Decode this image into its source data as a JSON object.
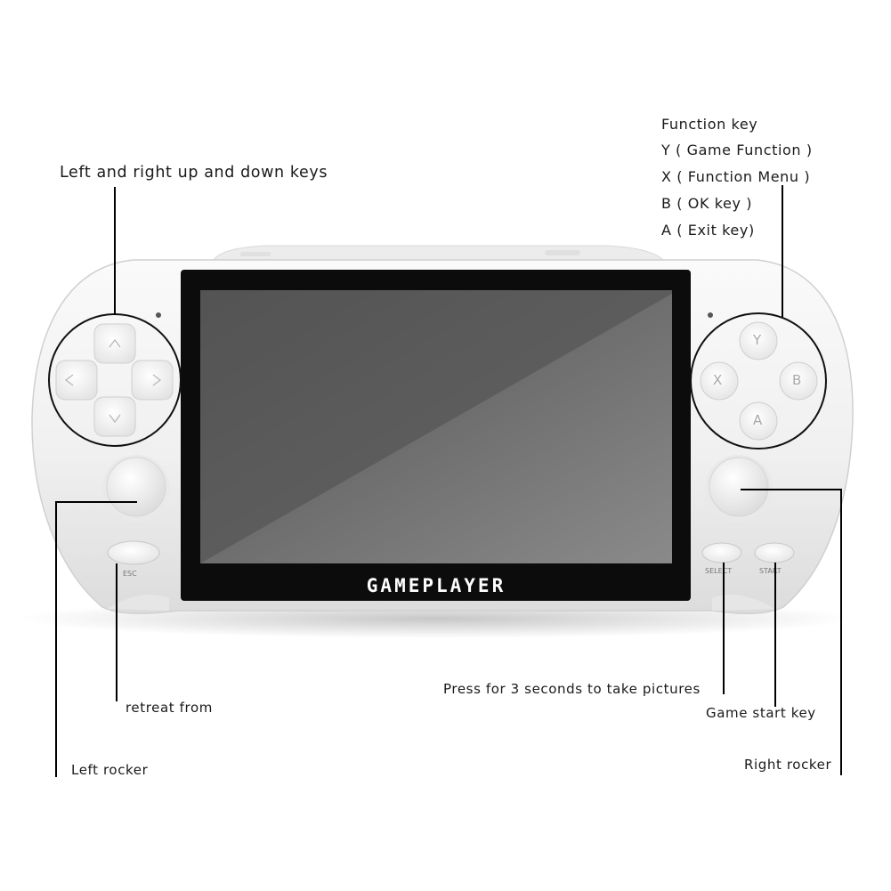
{
  "device": {
    "brand_text": "GAMEPLAYER",
    "buttons": {
      "y": "Y",
      "x": "X",
      "b": "B",
      "a": "A",
      "esc": "ESC",
      "select": "SELECT",
      "start": "START"
    }
  },
  "callouts": {
    "dpad": "Left and right up and down keys",
    "function_key_title": "Function key",
    "function_y": "Y ( Game Function )",
    "function_x": "X ( Function Menu )",
    "function_b": "B ( OK key )",
    "function_a": "A ( Exit key)",
    "retreat": "retreat from",
    "left_rocker": "Left rocker",
    "select_note": "Press for 3 seconds to take pictures",
    "start_note": "Game start key",
    "right_rocker": "Right rocker"
  }
}
